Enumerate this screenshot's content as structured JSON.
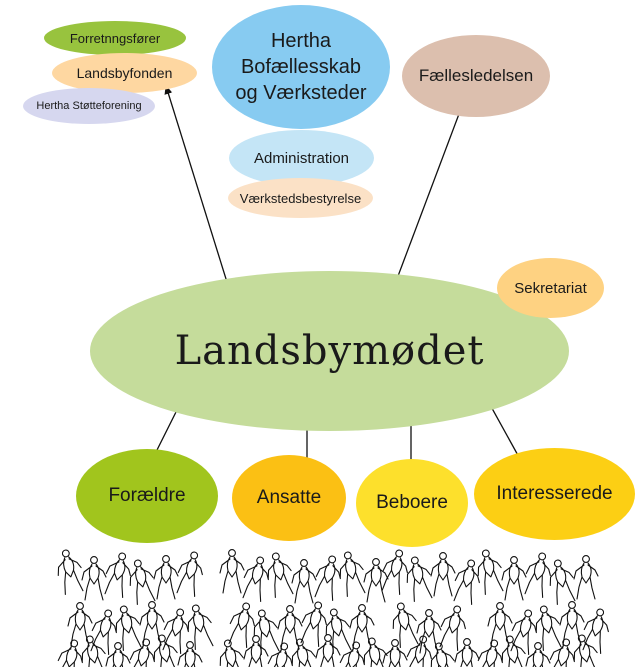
{
  "top_left": {
    "forretningsforer": "Forretnngsfører",
    "landsbyfonden": "Landsbyfonden",
    "stotteforening": "Hertha Støtteforening"
  },
  "top_center": {
    "hertha": "Hertha Bofællesskab og Værksteder",
    "administration": "Administration",
    "vaerkstedsbestyrelse": "Værkstedsbestyrelse"
  },
  "top_right": {
    "faellesledelsen": "Fællesledelsen"
  },
  "sekretariat": "Sekretariat",
  "center": "Landsbymødet",
  "groups": {
    "foraeldre": "Forældre",
    "ansatte": "Ansatte",
    "beboere": "Beboere",
    "interesserede": "Interesserede"
  },
  "colors": {
    "landsbymodet": "#c5dc9b",
    "hertha": "#87cbf1",
    "administration": "#c4e5f6",
    "faellesledelsen": "#dcbfae",
    "sekretariat": "#fed282",
    "landsbyfonden": "#fed7a1",
    "forretningsforer": "#98c33e",
    "stotteforening": "#d6d7ef",
    "vaerkstedsbestyrelse": "#fbe1c6",
    "foraeldre": "#a1c51d",
    "ansatte": "#fbc014",
    "beboere": "#fde02c",
    "interesserede": "#fccf14"
  }
}
